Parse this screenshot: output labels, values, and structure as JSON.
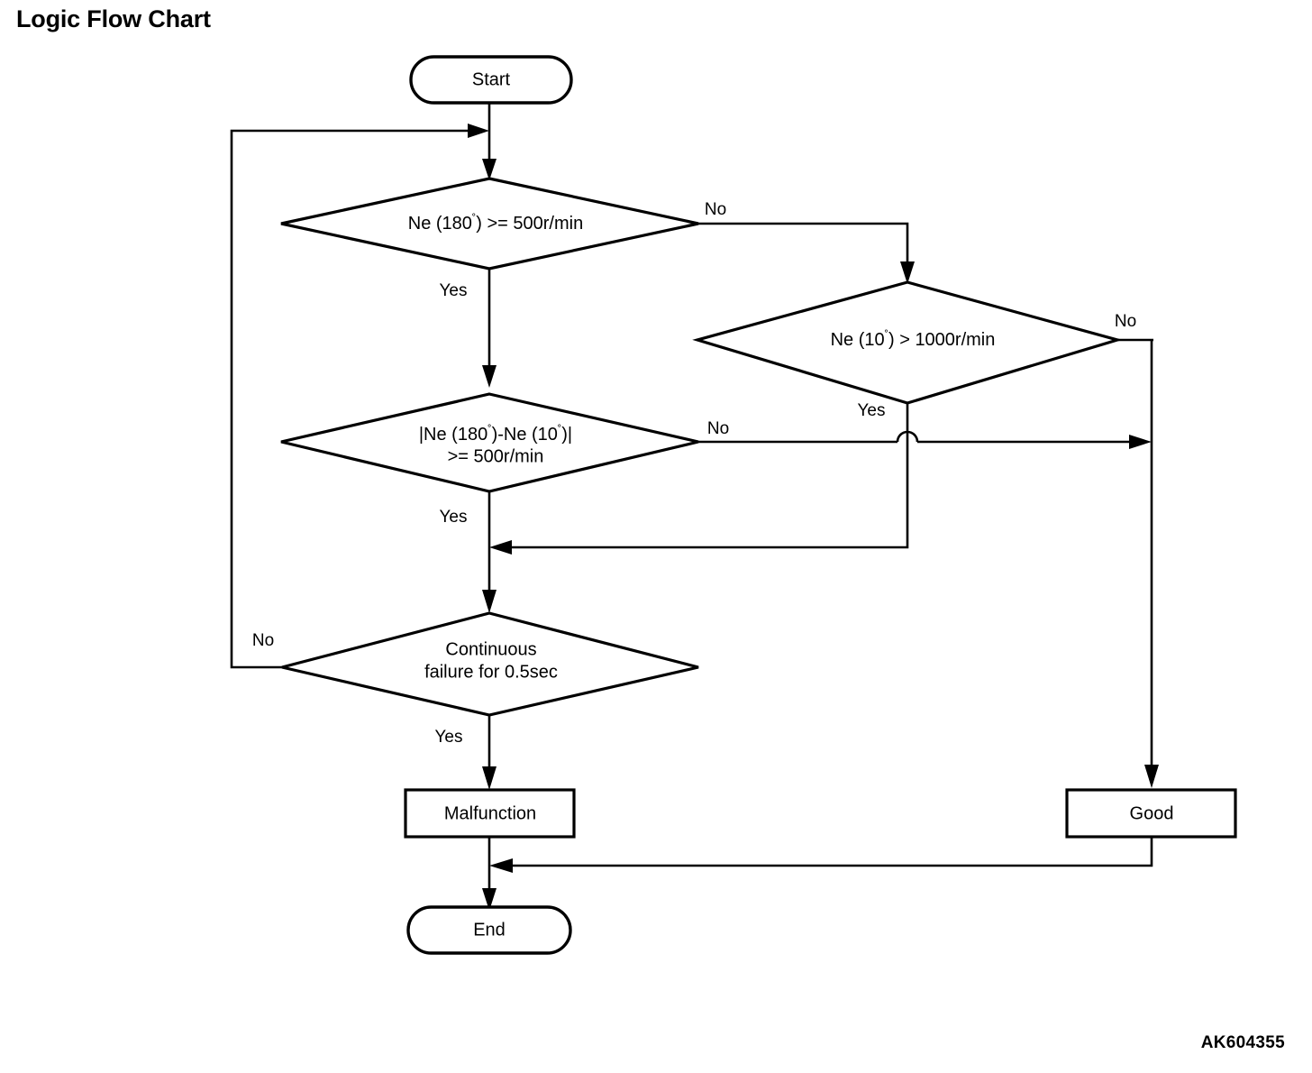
{
  "page": {
    "title": "Logic Flow Chart",
    "figure_code": "AK604355",
    "background_color": "#ffffff",
    "line_color": "#000000"
  },
  "nodes": {
    "start": {
      "label": "Start",
      "type": "terminator"
    },
    "decision_ne180": {
      "label": "Ne (180°) >= 500r/min",
      "text_prefix": "Ne (180",
      "text_suffix": ") >= 500r/min",
      "degree_symbol": "˚",
      "type": "decision"
    },
    "decision_ne10": {
      "label": "Ne (10°) > 1000r/min",
      "text_prefix": "Ne (10",
      "text_suffix": ") > 1000r/min",
      "degree_symbol": "˚",
      "type": "decision"
    },
    "decision_diff": {
      "label": "|Ne (180°)-Ne (10°)| >= 500r/min",
      "line1_a": "|Ne (180",
      "line1_b": ")-Ne (10",
      "line1_c": ")|",
      "line2": ">= 500r/min",
      "degree_symbol": "˚",
      "type": "decision"
    },
    "decision_continuous": {
      "label": "Continuous failure for 0.5sec",
      "line1": "Continuous",
      "line2": "failure for 0.5sec",
      "type": "decision"
    },
    "malfunction": {
      "label": "Malfunction",
      "type": "process"
    },
    "good": {
      "label": "Good",
      "type": "process"
    },
    "end": {
      "label": "End",
      "type": "terminator"
    }
  },
  "edge_labels": {
    "ne180_yes": "Yes",
    "ne180_no": "No",
    "ne10_yes": "Yes",
    "ne10_no": "No",
    "diff_yes": "Yes",
    "diff_no": "No",
    "continuous_yes": "Yes",
    "continuous_no": "No"
  },
  "chart_data": {
    "type": "flowchart",
    "title": "Logic Flow Chart",
    "orientation": "top-down",
    "nodes": [
      {
        "id": "start",
        "kind": "terminator",
        "text": "Start"
      },
      {
        "id": "decision_ne180",
        "kind": "decision",
        "text": "Ne (180°) >= 500r/min"
      },
      {
        "id": "decision_ne10",
        "kind": "decision",
        "text": "Ne (10°) > 1000r/min"
      },
      {
        "id": "decision_diff",
        "kind": "decision",
        "text": "|Ne (180°)-Ne (10°)| >= 500r/min"
      },
      {
        "id": "decision_continuous",
        "kind": "decision",
        "text": "Continuous failure for 0.5sec"
      },
      {
        "id": "malfunction",
        "kind": "process",
        "text": "Malfunction"
      },
      {
        "id": "good",
        "kind": "process",
        "text": "Good"
      },
      {
        "id": "end",
        "kind": "terminator",
        "text": "End"
      }
    ],
    "edges": [
      {
        "from": "start",
        "to": "decision_ne180",
        "label": ""
      },
      {
        "from": "decision_ne180",
        "to": "decision_diff",
        "label": "Yes"
      },
      {
        "from": "decision_ne180",
        "to": "decision_ne10",
        "label": "No"
      },
      {
        "from": "decision_ne10",
        "to": "decision_continuous",
        "label": "Yes"
      },
      {
        "from": "decision_ne10",
        "to": "good",
        "label": "No"
      },
      {
        "from": "decision_diff",
        "to": "decision_continuous",
        "label": "Yes"
      },
      {
        "from": "decision_diff",
        "to": "good",
        "label": "No"
      },
      {
        "from": "decision_continuous",
        "to": "malfunction",
        "label": "Yes"
      },
      {
        "from": "decision_continuous",
        "to": "decision_ne180",
        "label": "No"
      },
      {
        "from": "malfunction",
        "to": "end",
        "label": ""
      },
      {
        "from": "good",
        "to": "end",
        "label": ""
      }
    ]
  }
}
